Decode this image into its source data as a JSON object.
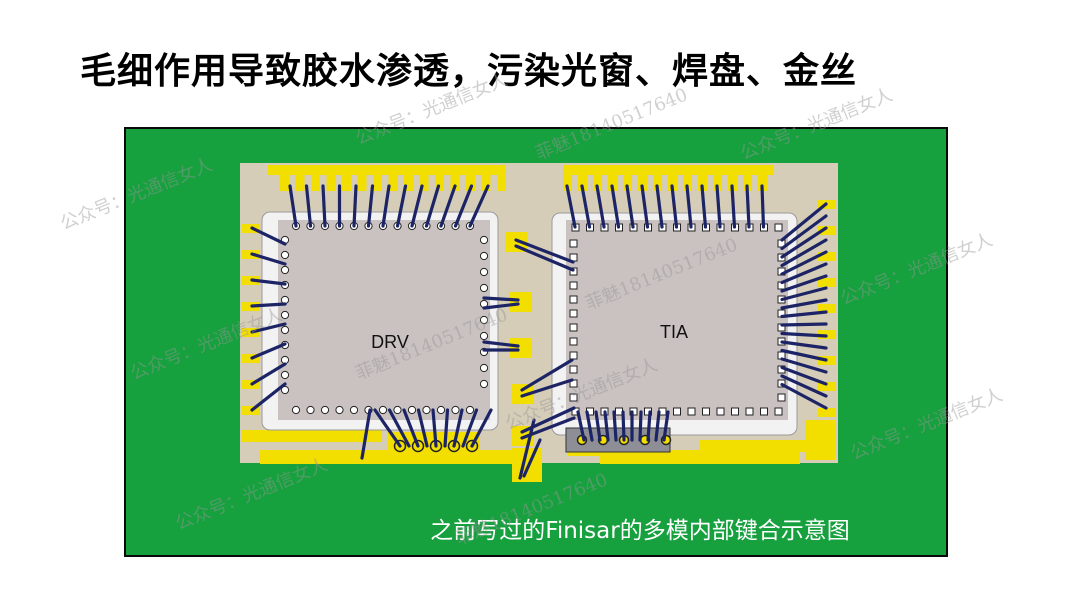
{
  "title": "毛细作用导致胶水渗透，污染光窗、焊盘、金丝",
  "caption": "之前写过的Finisar的多模内部键合示意图",
  "chips": {
    "drv_label": "DRV",
    "tia_label": "TIA"
  },
  "watermarks": [
    "公众号：光通信女人",
    "菲魅18140517640"
  ],
  "colors": {
    "board": "#16a03e",
    "board_edge": "#0a0a0a",
    "substrate": "#d6cdb8",
    "pad": "#f2df00",
    "pad_edge": "#8a7d00",
    "chip_frame": "#f2f2f2",
    "die": "#c9c2c0",
    "wire": "#1c2466",
    "caption": "#ffffff"
  }
}
